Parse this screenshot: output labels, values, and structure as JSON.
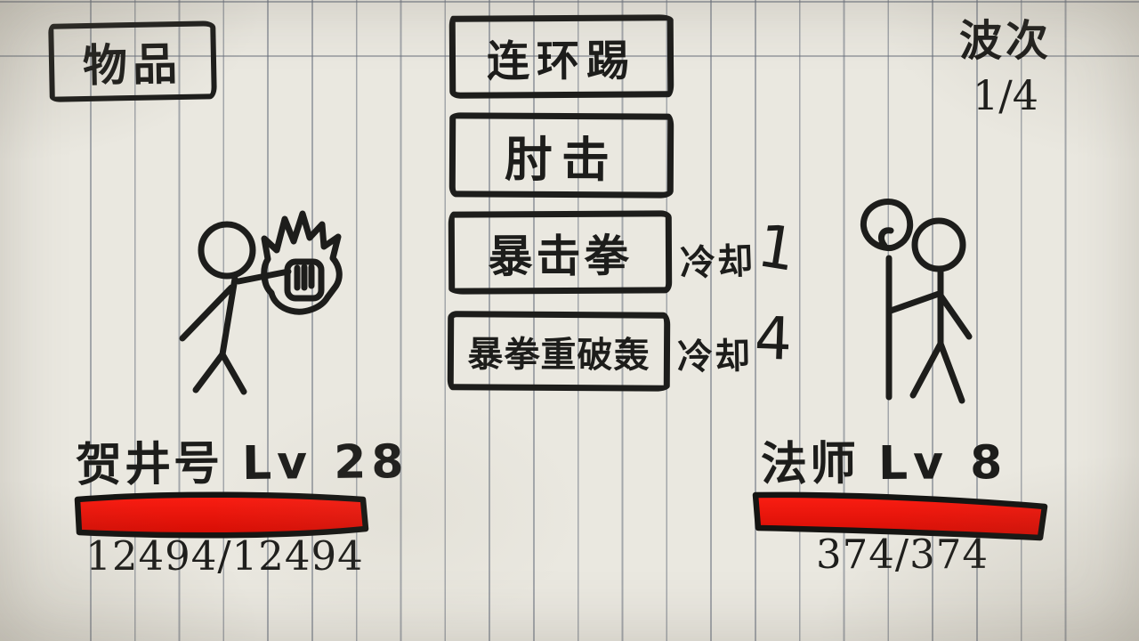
{
  "items_button": {
    "label": "物品"
  },
  "wave": {
    "label": "波次",
    "value": "1/4"
  },
  "skills": [
    {
      "label": "连环踢"
    },
    {
      "label": "肘击"
    },
    {
      "label": "暴击拳",
      "cooldown_label": "冷却",
      "cooldown_value": "1"
    },
    {
      "label": "暴拳重破轰",
      "cooldown_label": "冷却",
      "cooldown_value": "4"
    }
  ],
  "player": {
    "name": "贺井号",
    "level_label": "Lv 28",
    "hp_text": "12494/12494",
    "hp_current": 12494,
    "hp_max": 12494,
    "hp_percent": 100
  },
  "enemy": {
    "name": "法师",
    "level_label": "Lv 8",
    "hp_text": "374/374",
    "hp_current": 374,
    "hp_max": 374,
    "hp_percent": 100
  },
  "colors": {
    "ink": "#1d1d1b",
    "hp_fill_top": "#fb1e13",
    "hp_fill_bottom": "#d40d04",
    "paper": "#eae8e0",
    "ruling_line": "#68707e"
  }
}
